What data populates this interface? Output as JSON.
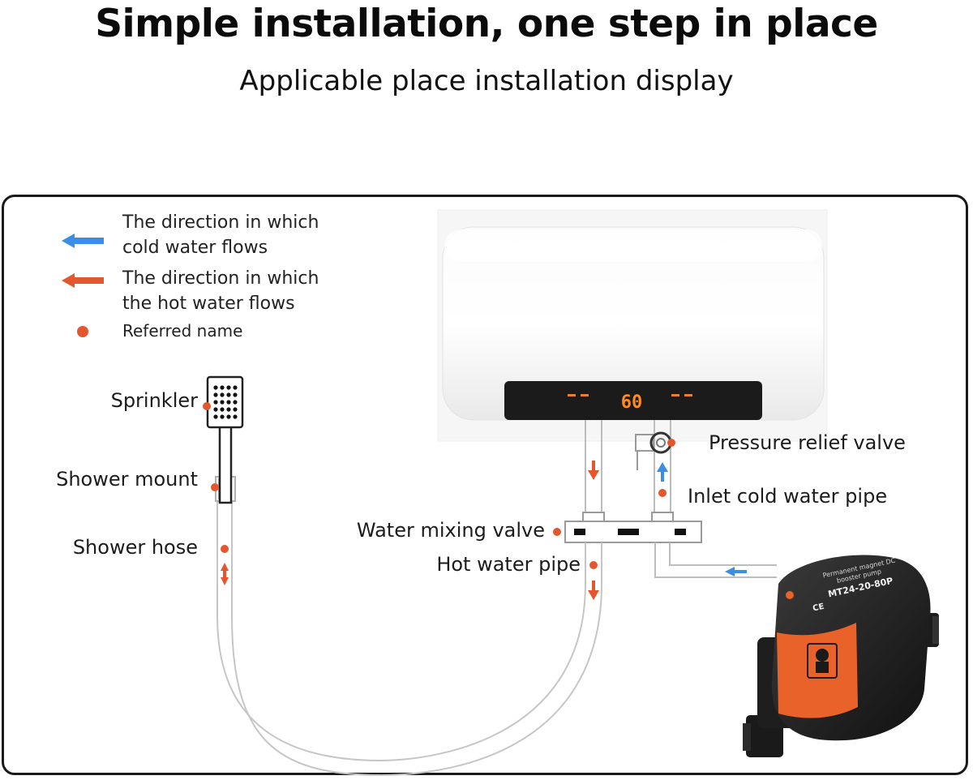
{
  "header": {
    "title": "Simple installation, one step in place",
    "subtitle": "Applicable place installation display"
  },
  "legend": {
    "cold_line1": "The direction in which",
    "cold_line2": "cold water flows",
    "hot_line1": "The direction in which",
    "hot_line2": "the hot water flows",
    "dot_label": "Referred name"
  },
  "labels": {
    "sprinkler": "Sprinkler",
    "shower_mount": "Shower mount",
    "shower_hose": "Shower hose",
    "pressure_relief_valve": "Pressure relief valve",
    "inlet_cold_water_pipe": "Inlet cold water pipe",
    "water_mixing_valve": "Water mixing valve",
    "hot_water_pipe": "Hot water pipe"
  },
  "heater_display": {
    "temperature": "60"
  },
  "pump_label": {
    "brand_line1": "Permanent magnet DC",
    "brand_line2": "booster pump",
    "model": "MT24-20-80P",
    "ce_mark": "CE"
  },
  "colors": {
    "cold_arrow": "#3a8ee6",
    "hot_arrow": "#e4572e",
    "marker_dot": "#e4572e",
    "display_digits": "#ff8a1f",
    "pump_sticker": "#e8622a"
  }
}
